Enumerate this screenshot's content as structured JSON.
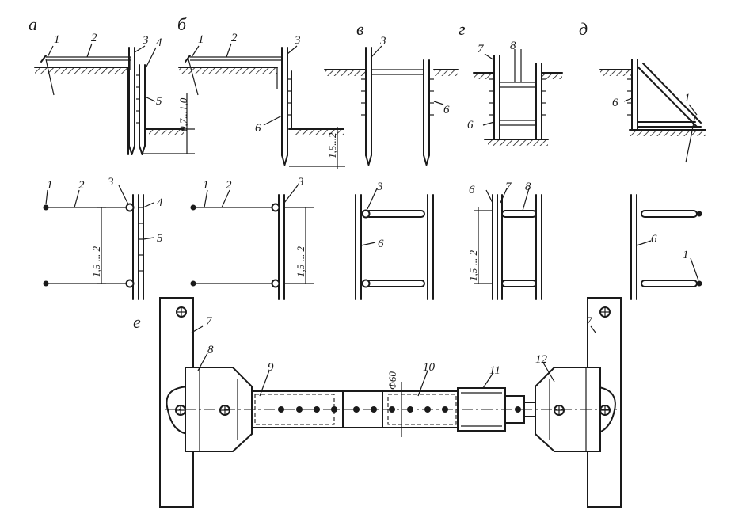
{
  "panels": {
    "a": "а",
    "b": "б",
    "v": "в",
    "g": "г",
    "d": "д",
    "e": "е"
  },
  "callouts": {
    "n1": "1",
    "n2": "2",
    "n3": "3",
    "n4": "4",
    "n5": "5",
    "n6": "6",
    "n7": "7",
    "n8": "8",
    "n9": "9",
    "n10": "10",
    "n11": "11",
    "n12": "12"
  },
  "dimensions": {
    "depth_small": "0,7...1,0",
    "depth_large": "1,5...2",
    "spacing": "1,5 ... 2",
    "diameter": "Φ60"
  }
}
